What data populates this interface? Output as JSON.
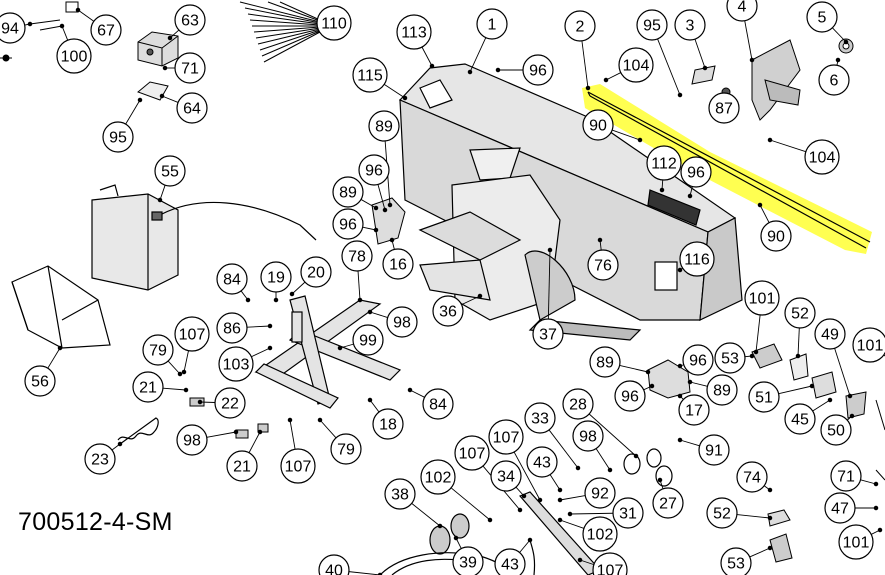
{
  "drawing_number": "700512-4-SM",
  "highlight_color": "#ffff33",
  "callouts": {
    "c94": "94",
    "c100": "100",
    "c67": "67",
    "c63": "63",
    "c71": "71",
    "c64": "64",
    "c95a": "95",
    "c110": "110",
    "c113": "113",
    "c1": "1",
    "c96a": "96",
    "c115": "115",
    "c2": "2",
    "c104a": "104",
    "c95b": "95",
    "c3": "3",
    "c4": "4",
    "c5": "5",
    "c6": "6",
    "c87": "87",
    "c90a": "90",
    "c104b": "104",
    "c90b": "90",
    "c112": "112",
    "c96b": "96",
    "c89a": "89",
    "c96c": "96",
    "c89b": "89",
    "c96d": "96",
    "c16": "16",
    "c55": "55",
    "c56": "56",
    "c78": "78",
    "c98a": "98",
    "c84a": "84",
    "c19": "19",
    "c20": "20",
    "c86": "86",
    "c99": "99",
    "c103": "103",
    "c107a": "107",
    "c79a": "79",
    "c21a": "21",
    "c22": "22",
    "c23": "23",
    "c98b": "98",
    "c21b": "21",
    "c107b": "107",
    "c79b": "79",
    "c18": "18",
    "c84b": "84",
    "c36": "36",
    "c37": "37",
    "c76": "76",
    "c116": "116",
    "c101a": "101",
    "c52a": "52",
    "c49": "49",
    "c101b": "101",
    "c53a": "53",
    "c89c": "89",
    "c96e": "96",
    "c96f": "96",
    "c89d": "89",
    "c17": "17",
    "c51": "51",
    "c45": "45",
    "c50": "50",
    "c33": "33",
    "c28": "28",
    "c98c": "98",
    "c91": "91",
    "c107c": "107",
    "c107d": "107",
    "c43a": "43",
    "c34": "34",
    "c102a": "102",
    "c92": "92",
    "c31": "31",
    "c102b": "102",
    "c27": "27",
    "c74": "74",
    "c71b": "71",
    "c52b": "52",
    "c47": "47",
    "c101c": "101",
    "c38": "38",
    "c39": "39",
    "c43b": "43",
    "c53b": "53",
    "c40": "40",
    "c107e": "107"
  }
}
